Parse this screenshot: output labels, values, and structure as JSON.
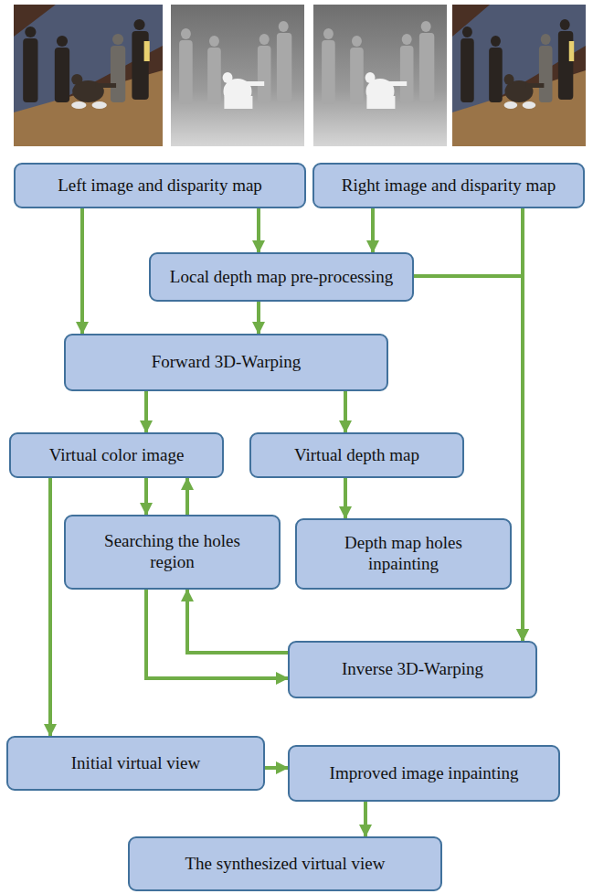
{
  "diagram": {
    "nodes": [
      {
        "text": [
          "Left image and disparity map"
        ]
      },
      {
        "text": [
          "Right image and disparity map"
        ]
      },
      {
        "text": [
          "Local depth map pre-processing"
        ]
      },
      {
        "text": [
          "Forward 3D-Warping"
        ]
      },
      {
        "text": [
          "Virtual color image"
        ]
      },
      {
        "text": [
          "Virtual depth map"
        ]
      },
      {
        "text": [
          "Searching the holes region"
        ]
      },
      {
        "text": [
          "Depth map holes inpainting"
        ]
      },
      {
        "text": [
          "Inverse 3D-Warping"
        ]
      },
      {
        "text": [
          "Initial virtual view"
        ]
      },
      {
        "text": [
          "Improved image inpainting"
        ]
      },
      {
        "text": [
          "The synthesized virtual view"
        ]
      }
    ],
    "edges": [
      {
        "from": 0,
        "to": 3,
        "arrow": "to"
      },
      {
        "from": 0,
        "to": 2,
        "arrow": "to"
      },
      {
        "from": 1,
        "to": 2,
        "arrow": "to"
      },
      {
        "from": 1,
        "to": 8,
        "arrow": "to"
      },
      {
        "from": 2,
        "to": 8,
        "arrow": "to"
      },
      {
        "from": 2,
        "to": 3,
        "arrow": "to"
      },
      {
        "from": 3,
        "to": 4,
        "arrow": "to"
      },
      {
        "from": 3,
        "to": 5,
        "arrow": "to"
      },
      {
        "from": 4,
        "to": 6,
        "arrow": "to"
      },
      {
        "from": 6,
        "to": 4,
        "arrow": "to"
      },
      {
        "from": 5,
        "to": 7,
        "arrow": "to"
      },
      {
        "from": 6,
        "to": 8,
        "arrow": "to"
      },
      {
        "from": 8,
        "to": 6,
        "arrow": "to"
      },
      {
        "from": 4,
        "to": 9,
        "arrow": "to"
      },
      {
        "from": 9,
        "to": 10,
        "arrow": "to"
      },
      {
        "from": 10,
        "to": 11,
        "arrow": "to"
      }
    ]
  }
}
